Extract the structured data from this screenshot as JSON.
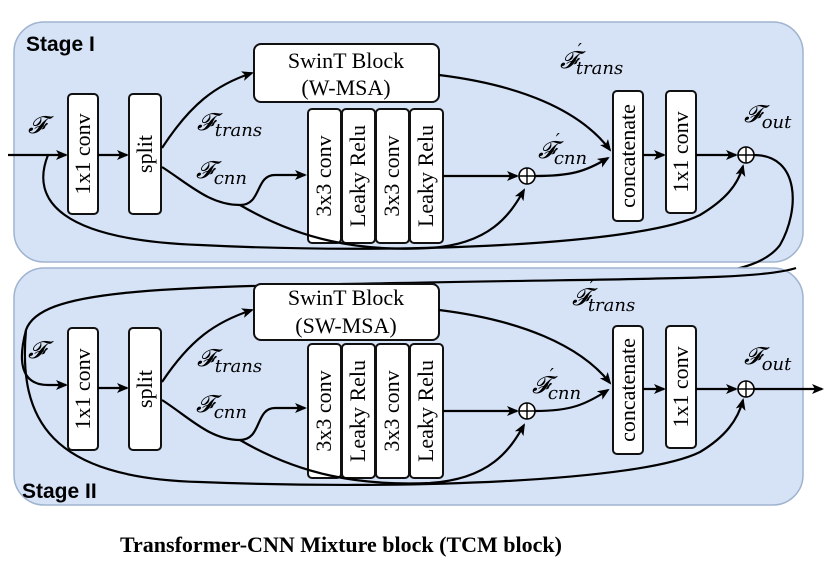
{
  "caption": "Transformer-CNN Mixture block (TCM block)",
  "stages": [
    {
      "label": "Stage I",
      "input_symbol": "𝓕",
      "conv_in": "1x1 conv",
      "split": "split",
      "swin_title": "SwinT Block",
      "swin_mode": "(W-MSA)",
      "f_trans": "trans",
      "f_cnn": "cnn",
      "cnn_layers": [
        "3x3 conv",
        "Leaky Relu",
        "3x3 conv",
        "Leaky Relu"
      ],
      "f_trans_prime": "trans",
      "f_cnn_prime": "cnn",
      "concat": "concatenate",
      "conv_out": "1x1 conv",
      "f_out": "out",
      "prime": "′"
    },
    {
      "label": "Stage II",
      "input_symbol": "𝓕",
      "conv_in": "1x1 conv",
      "split": "split",
      "swin_title": "SwinT Block",
      "swin_mode": "(SW-MSA)",
      "f_trans": "trans",
      "f_cnn": "cnn",
      "cnn_layers": [
        "3x3 conv",
        "Leaky Relu",
        "3x3 conv",
        "Leaky Relu"
      ],
      "f_trans_prime": "trans",
      "f_cnn_prime": "cnn",
      "concat": "concatenate",
      "conv_out": "1x1 conv",
      "f_out": "out",
      "prime": "′"
    }
  ],
  "colors": {
    "panel_fill": "#d6e3f7",
    "panel_stroke": "#9fb3cf",
    "box_fill": "#ffffff",
    "line": "#000000"
  }
}
